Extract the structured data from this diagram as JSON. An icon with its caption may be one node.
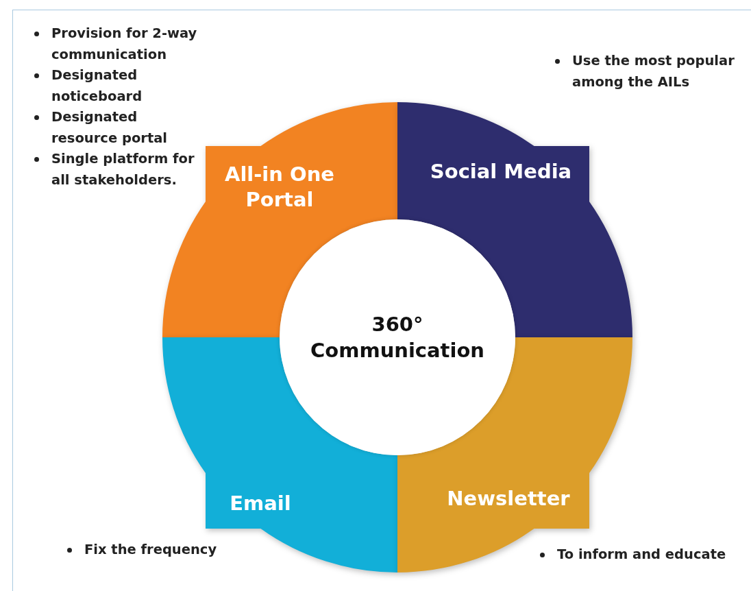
{
  "diagram": {
    "nodes": [
      {
        "text": [
          "360° Communication"
        ]
      },
      {
        "text": [
          "All-in One Portal"
        ],
        "beside": [
          "Provision for 2-way communication",
          "Designated noticeboard",
          "Designated resource portal",
          "Single platform for all stakeholders."
        ]
      },
      {
        "text": [
          "Social Media"
        ],
        "beside": [
          "Use the most popular among the AILs"
        ]
      },
      {
        "text": [
          "Email"
        ],
        "beside": [
          "Fix the frequency"
        ]
      },
      {
        "text": [
          "Newsletter"
        ],
        "beside": [
          "To inform and educate"
        ]
      }
    ]
  }
}
